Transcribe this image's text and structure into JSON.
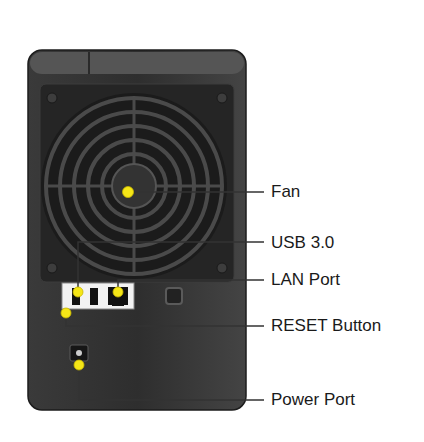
{
  "diagram": {
    "labels": [
      "Fan",
      "USB 3.0",
      "LAN Port",
      "RESET Button",
      "Power Port"
    ]
  }
}
